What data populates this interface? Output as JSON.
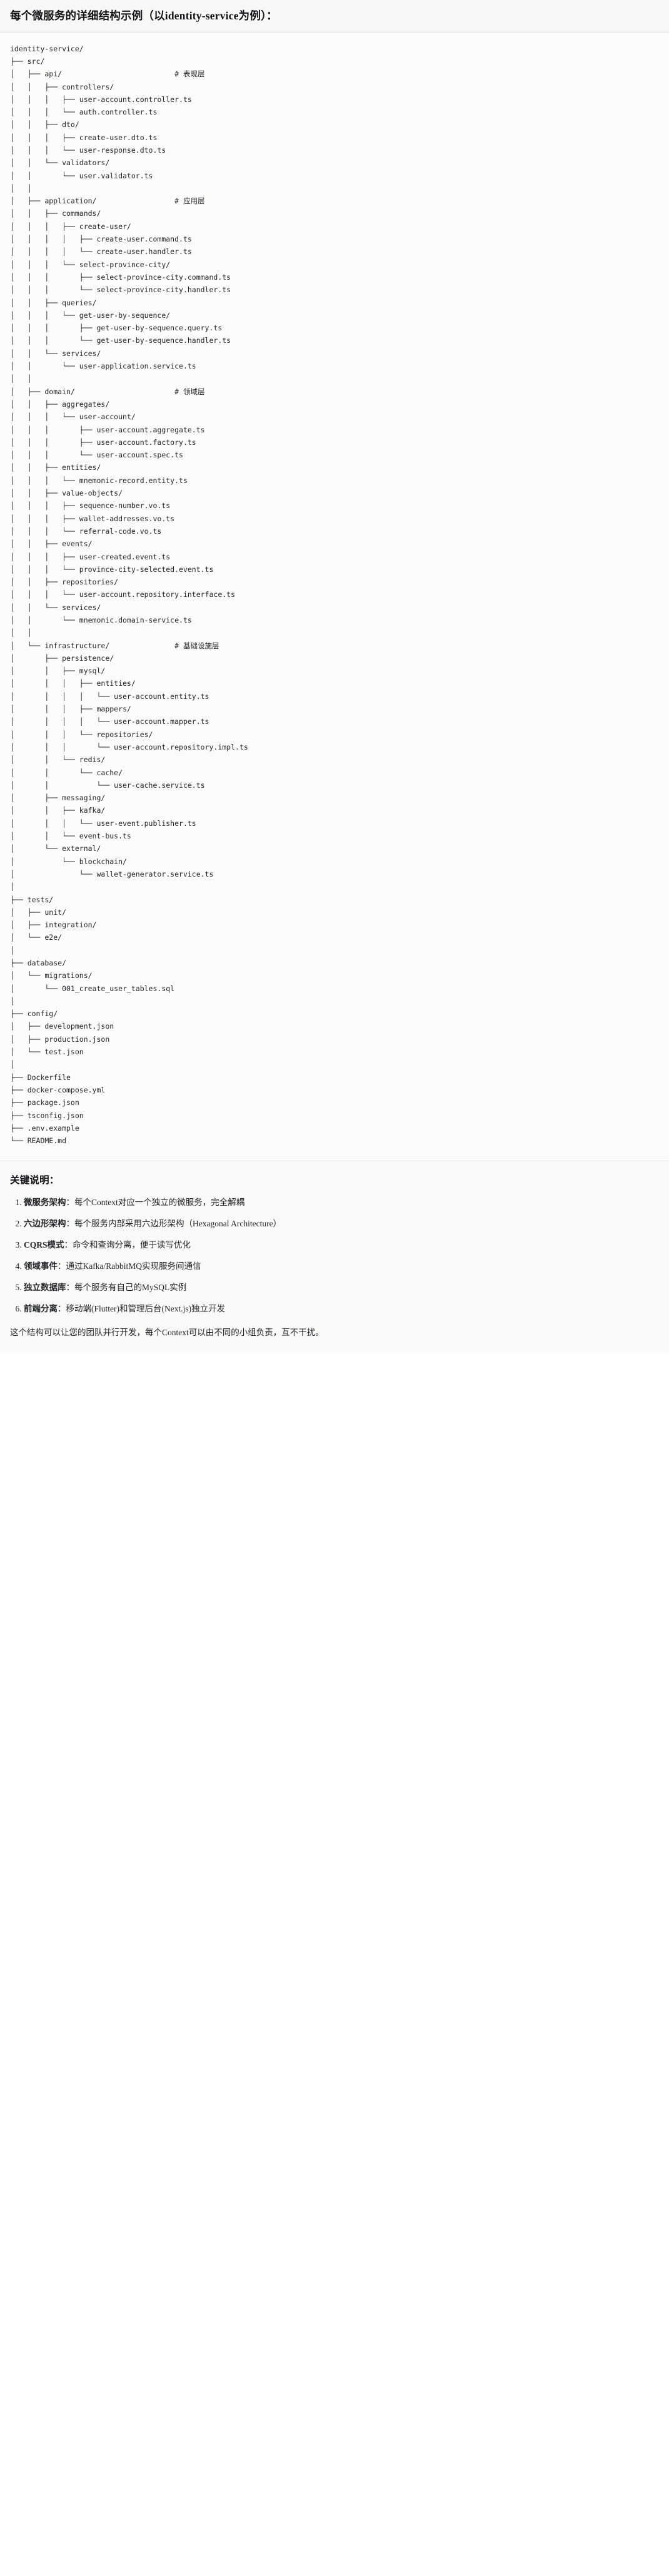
{
  "page": {
    "title": "每个微服务的详细结构示例（以identity-service为例）："
  },
  "tree": {
    "root": "identity-service/",
    "text": "identity-service/\n├── src/\n│   ├── api/                          # 表现层\n│   │   ├── controllers/\n│   │   │   ├── user-account.controller.ts\n│   │   │   └── auth.controller.ts\n│   │   ├── dto/\n│   │   │   ├── create-user.dto.ts\n│   │   │   └── user-response.dto.ts\n│   │   └── validators/\n│   │       └── user.validator.ts\n│   │\n│   ├── application/                  # 应用层\n│   │   ├── commands/\n│   │   │   ├── create-user/\n│   │   │   │   ├── create-user.command.ts\n│   │   │   │   └── create-user.handler.ts\n│   │   │   └── select-province-city/\n│   │   │       ├── select-province-city.command.ts\n│   │   │       └── select-province-city.handler.ts\n│   │   ├── queries/\n│   │   │   └── get-user-by-sequence/\n│   │   │       ├── get-user-by-sequence.query.ts\n│   │   │       └── get-user-by-sequence.handler.ts\n│   │   └── services/\n│   │       └── user-application.service.ts\n│   │\n│   ├── domain/                       # 领域层\n│   │   ├── aggregates/\n│   │   │   └── user-account/\n│   │   │       ├── user-account.aggregate.ts\n│   │   │       ├── user-account.factory.ts\n│   │   │       └── user-account.spec.ts\n│   │   ├── entities/\n│   │   │   └── mnemonic-record.entity.ts\n│   │   ├── value-objects/\n│   │   │   ├── sequence-number.vo.ts\n│   │   │   ├── wallet-addresses.vo.ts\n│   │   │   └── referral-code.vo.ts\n│   │   ├── events/\n│   │   │   ├── user-created.event.ts\n│   │   │   └── province-city-selected.event.ts\n│   │   ├── repositories/\n│   │   │   └── user-account.repository.interface.ts\n│   │   └── services/\n│   │       └── mnemonic.domain-service.ts\n│   │\n│   └── infrastructure/               # 基础设施层\n│       ├── persistence/\n│       │   ├── mysql/\n│       │   │   ├── entities/\n│       │   │   │   └── user-account.entity.ts\n│       │   │   ├── mappers/\n│       │   │   │   └── user-account.mapper.ts\n│       │   │   └── repositories/\n│       │   │       └── user-account.repository.impl.ts\n│       │   └── redis/\n│       │       └── cache/\n│       │           └── user-cache.service.ts\n│       ├── messaging/\n│       │   ├── kafka/\n│       │   │   └── user-event.publisher.ts\n│       │   └── event-bus.ts\n│       └── external/\n│           └── blockchain/\n│               └── wallet-generator.service.ts\n│\n├── tests/\n│   ├── unit/\n│   ├── integration/\n│   └── e2e/\n│\n├── database/\n│   └── migrations/\n│       └── 001_create_user_tables.sql\n│\n├── config/\n│   ├── development.json\n│   ├── production.json\n│   └── test.json\n│\n├── Dockerfile\n├── docker-compose.yml\n├── package.json\n├── tsconfig.json\n├── .env.example\n└── README.md",
    "layer_comments": [
      {
        "path": "api/",
        "comment": "# 表现层"
      },
      {
        "path": "application/",
        "comment": "# 应用层"
      },
      {
        "path": "domain/",
        "comment": "# 领域层"
      },
      {
        "path": "infrastructure/",
        "comment": "# 基础设施层"
      }
    ]
  },
  "notes": {
    "heading": "关键说明：",
    "items": [
      {
        "lead": "微服务架构",
        "rest": "：每个Context对应一个独立的微服务，完全解耦"
      },
      {
        "lead": "六边形架构",
        "rest": "：每个服务内部采用六边形架构（Hexagonal Architecture）"
      },
      {
        "lead": "CQRS模式",
        "rest": "：命令和查询分离，便于读写优化"
      },
      {
        "lead": "领域事件",
        "rest": "：通过Kafka/RabbitMQ实现服务间通信"
      },
      {
        "lead": "独立数据库",
        "rest": "：每个服务有自己的MySQL实例"
      },
      {
        "lead": "前端分离",
        "rest": "：移动端(Flutter)和管理后台(Next.js)独立开发"
      }
    ],
    "closing": "这个结构可以让您的团队并行开发，每个Context可以由不同的小组负责，互不干扰。"
  }
}
